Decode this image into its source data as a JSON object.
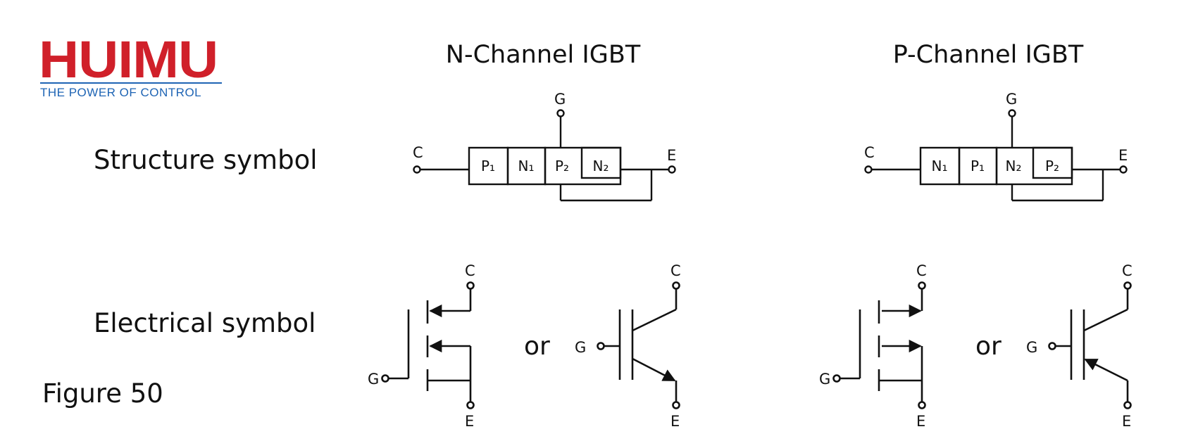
{
  "logo": {
    "name": "HUIMU",
    "tagline": "THE POWER OF CONTROL",
    "color_main": "#d0202a",
    "color_tagline": "#1e64b4"
  },
  "columns": {
    "n_channel": "N-Channel IGBT",
    "p_channel": "P-Channel IGBT"
  },
  "rows": {
    "structure": "Structure symbol",
    "electrical": "Electrical symbol"
  },
  "figure_label": "Figure 50",
  "or_label": "or",
  "terminals": {
    "collector": "C",
    "emitter": "E",
    "gate": "G"
  },
  "n_structure": {
    "regions": [
      "P₁",
      "N₁",
      "P₂",
      "N₂"
    ]
  },
  "p_structure": {
    "regions": [
      "N₁",
      "P₁",
      "N₂",
      "P₂"
    ]
  }
}
